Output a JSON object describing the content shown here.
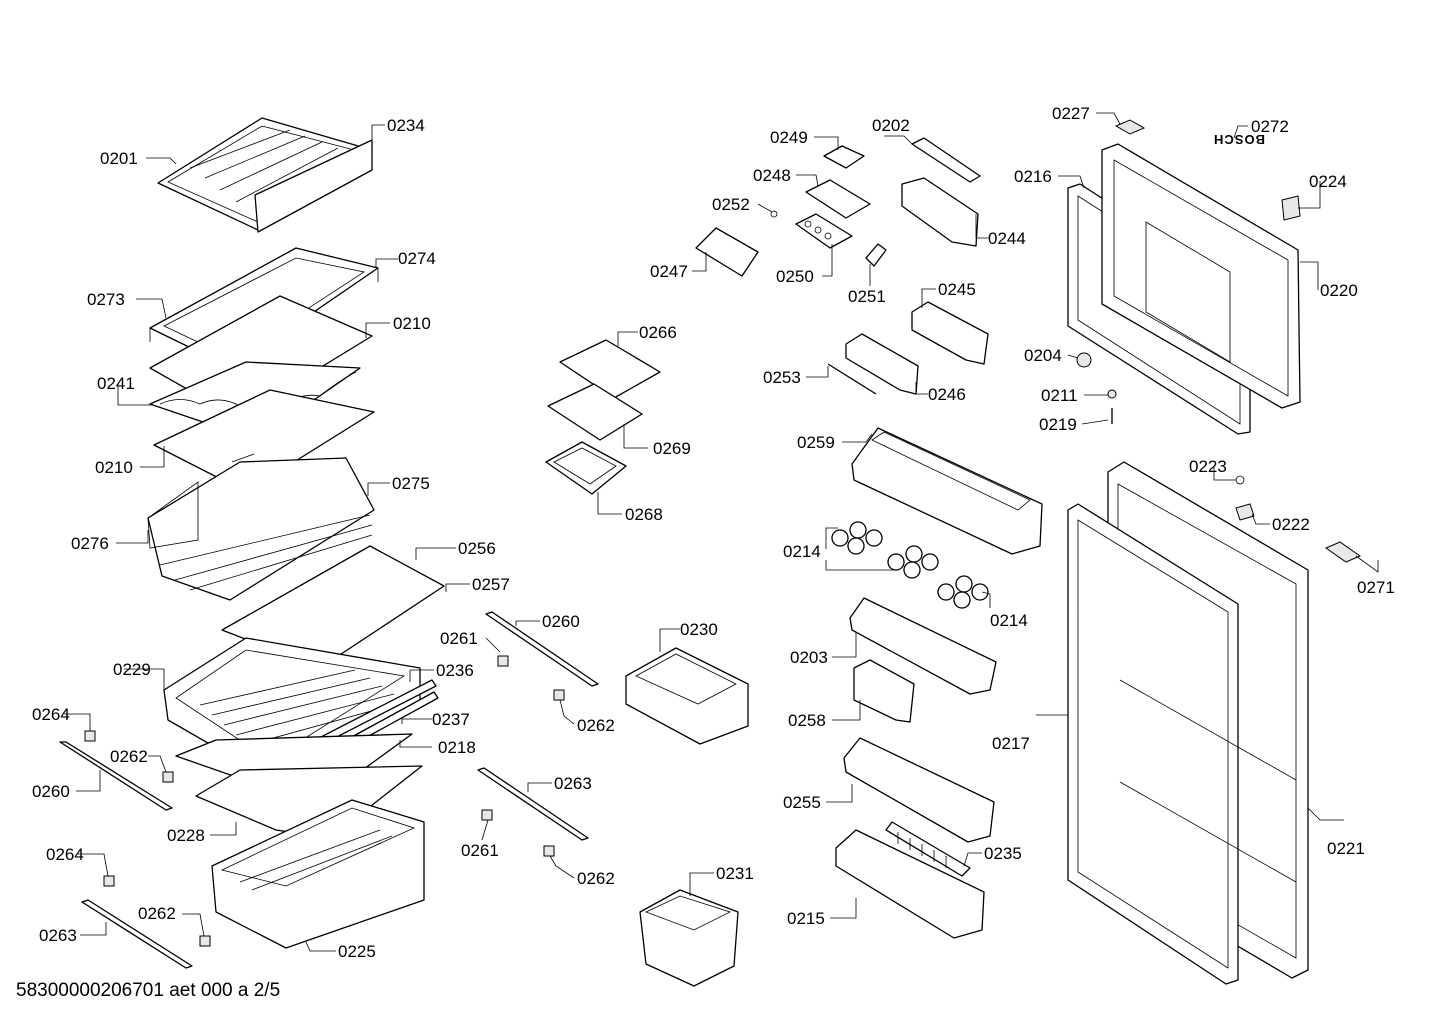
{
  "document": {
    "drawing_code": "58300000206701 aet 000 a 2/5",
    "brand_logo": "BOSCH"
  },
  "labels": {
    "p0201": "0201",
    "p0234": "0234",
    "p0274": "0274",
    "p0273": "0273",
    "p0210a": "0210",
    "p0241": "0241",
    "p0210b": "0210",
    "p0275": "0275",
    "p0276": "0276",
    "p0256": "0256",
    "p0257": "0257",
    "p0229": "0229",
    "p0236": "0236",
    "p0237": "0237",
    "p0218": "0218",
    "p0228": "0228",
    "p0225": "0225",
    "p0264a": "0264",
    "p0262a": "0262",
    "p0260a": "0260",
    "p0264b": "0264",
    "p0262b": "0262",
    "p0263a": "0263",
    "p0266": "0266",
    "p0269": "0269",
    "p0268": "0268",
    "p0261a": "0261",
    "p0260b": "0260",
    "p0262c": "0262",
    "p0230": "0230",
    "p0263b": "0263",
    "p0261b": "0261",
    "p0262d": "0262",
    "p0231": "0231",
    "p0249": "0249",
    "p0202": "0202",
    "p0248": "0248",
    "p0252": "0252",
    "p0247": "0247",
    "p0250": "0250",
    "p0251": "0251",
    "p0244": "0244",
    "p0245": "0245",
    "p0253": "0253",
    "p0246": "0246",
    "p0259": "0259",
    "p0214a": "0214",
    "p0214b": "0214",
    "p0203": "0203",
    "p0258": "0258",
    "p0255": "0255",
    "p0235": "0235",
    "p0215": "0215",
    "p0227": "0227",
    "p0272": "0272",
    "p0216": "0216",
    "p0224": "0224",
    "p0220": "0220",
    "p0204": "0204",
    "p0211": "0211",
    "p0219": "0219",
    "p0223": "0223",
    "p0222": "0222",
    "p0271": "0271",
    "p0217": "0217",
    "p0221": "0221"
  }
}
